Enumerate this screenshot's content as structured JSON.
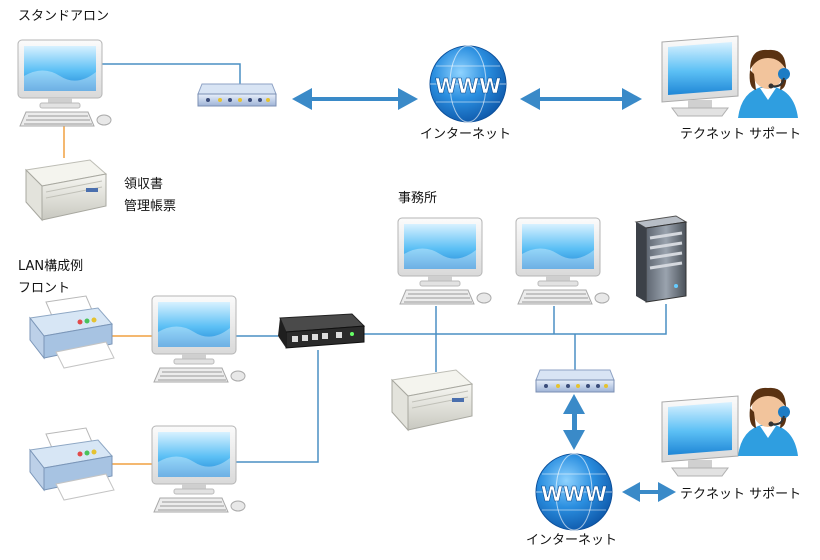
{
  "labels": {
    "standalone": "スタンドアロン",
    "internet_top": "インターネット",
    "support_top": "テクネット サポート",
    "receipt": "領収書",
    "management": "管理帳票",
    "office": "事務所",
    "lan_example": "LAN構成例",
    "front": "フロント",
    "support_bottom": "テクネット サポート",
    "internet_bottom": "インターネット"
  },
  "icons": {
    "globe_text": "WWW"
  },
  "colors": {
    "line_blue": "#4a8fc4",
    "line_orange": "#f0a040",
    "arrow_blue": "#3a8ac8",
    "screen_blue": "#3aa6e6",
    "globe_blue": "#1e7fd6"
  }
}
